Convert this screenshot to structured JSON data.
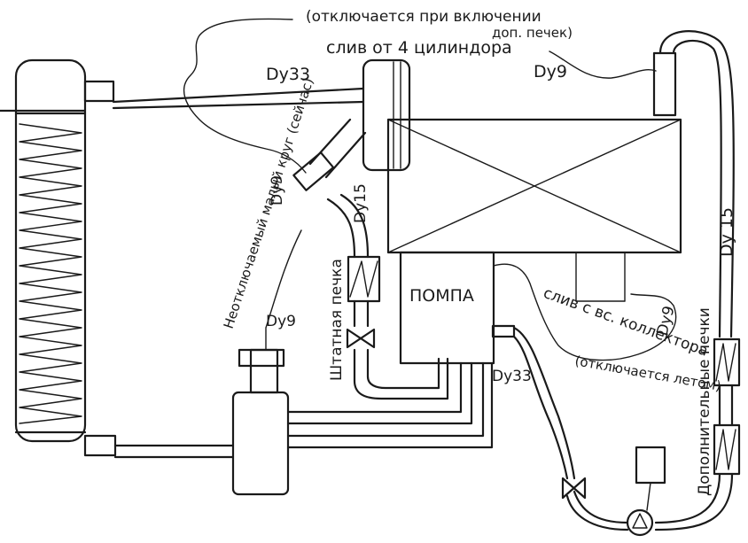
{
  "labels": {
    "top_note_line1": "(отключается при включении",
    "top_note_line2": "доп. печек)",
    "drain_4cyl": "слив от 4 цилиндора",
    "dy9_top": "Dy9",
    "dy33_top": "Dy33",
    "dy15_mid": "Dy15",
    "dy9_left_vertical": "Dy9",
    "small_circuit": "Неотключаемый малый круг (сейчас)",
    "dy9_left": "Dy9",
    "stock_heater": "Штатная печка",
    "pump": "ПОМПА",
    "drain_collector": "слив с вс. коллектора",
    "dy9_right": "Dy9",
    "summer_note": "(отключается летом)",
    "dy33_bottom": "Dy33",
    "dy15_right": "Dy 15",
    "extra_heaters": "Дополнительные печки"
  }
}
